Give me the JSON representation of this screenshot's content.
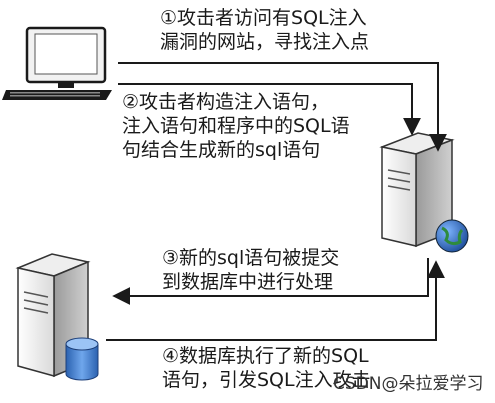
{
  "steps": [
    {
      "lines": [
        "①攻击者访问有SQL注入",
        "漏洞的网站，寻找注入点"
      ]
    },
    {
      "lines": [
        "②攻击者构造注入语句，",
        "注入语句和程序中的SQL语",
        "句结合生成新的sql语句"
      ]
    },
    {
      "lines": [
        "③新的sql语句被提交",
        "到数据库中进行处理"
      ]
    },
    {
      "lines": [
        "④数据库执行了新的SQL",
        "语句，引发SQL注入攻击"
      ]
    }
  ],
  "watermark": "CSDN@朵拉爱学习",
  "nodes": {
    "client": "computer-icon",
    "web_server": "server-icon",
    "db_server": "database-server-icon",
    "globe": "globe-icon"
  },
  "colors": {
    "line": "#1a1a1a",
    "globe": "#1f5fb8",
    "db": "#3b7fd4"
  }
}
